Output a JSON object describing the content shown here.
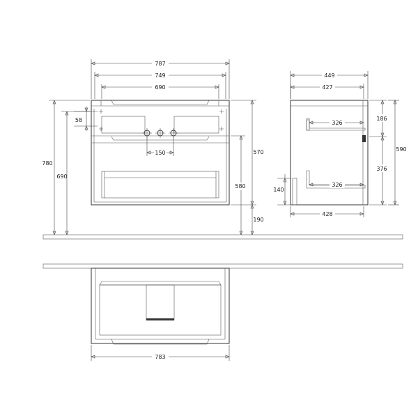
{
  "front_view": {
    "width_787": "787",
    "width_749": "749",
    "width_690": "690",
    "height_780": "780",
    "height_690": "690",
    "offset_58": "58",
    "spacing_150": "150",
    "height_570": "570",
    "height_580": "580",
    "floor_190": "190"
  },
  "side_view": {
    "depth_449": "449",
    "depth_427": "427",
    "inner_326_top": "326",
    "inner_326_bottom": "326",
    "depth_428": "428",
    "height_186": "186",
    "height_376": "376",
    "height_590": "590",
    "height_140": "140"
  },
  "top_view": {
    "width_783": "783"
  }
}
